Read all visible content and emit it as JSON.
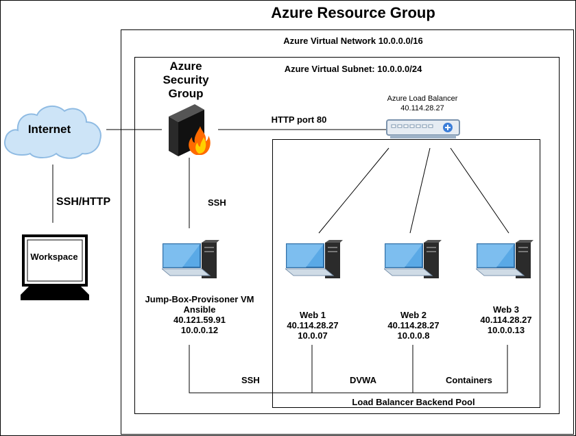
{
  "title": "Azure Resource Group",
  "vnet_label": "Azure Virtual Network 10.0.0.0/16",
  "subnet_label": "Azure Virtual Subnet: 10.0.0.0/24",
  "security_group": {
    "lines": [
      "Azure",
      "Security",
      "Group"
    ]
  },
  "internet_label": "Internet",
  "ssh_http_label": "SSH/HTTP",
  "workspace_label": "Workspace",
  "http_port_label": "HTTP port 80",
  "ssh_label_top": "SSH",
  "load_balancer": {
    "name": "Azure Load Balancer",
    "ip": "40.114.28.27"
  },
  "jumpbox": {
    "name": "Jump-Box-Provisoner VM",
    "sub": "Ansible",
    "public_ip": "40.121.59.91",
    "private_ip": "10.0.0.12"
  },
  "web_servers": [
    {
      "name": "Web 1",
      "public_ip": "40.114.28.27",
      "private_ip": "10.0.07"
    },
    {
      "name": "Web 2",
      "public_ip": "40.114.28.27",
      "private_ip": "10.0.0.8"
    },
    {
      "name": "Web 3",
      "public_ip": "40.114.28.27",
      "private_ip": "10.0.0.13"
    }
  ],
  "bottom_labels": {
    "ssh": "SSH",
    "dvwa": "DVWA",
    "containers": "Containers"
  },
  "backend_pool_label": "Load Balancer Backend Pool",
  "colors": {
    "cloud_fill": "#cde4f7",
    "cloud_stroke": "#8fbbe3",
    "monitor_screen": "#5aa9e6",
    "firewall_body": "#1a1a1a",
    "flame": "#ff6a00"
  },
  "icons": {
    "internet": "cloud-icon",
    "workspace": "laptop-icon",
    "security_group": "firewall-icon",
    "load_balancer": "load-balancer-icon",
    "vm": "server-monitor-icon"
  }
}
